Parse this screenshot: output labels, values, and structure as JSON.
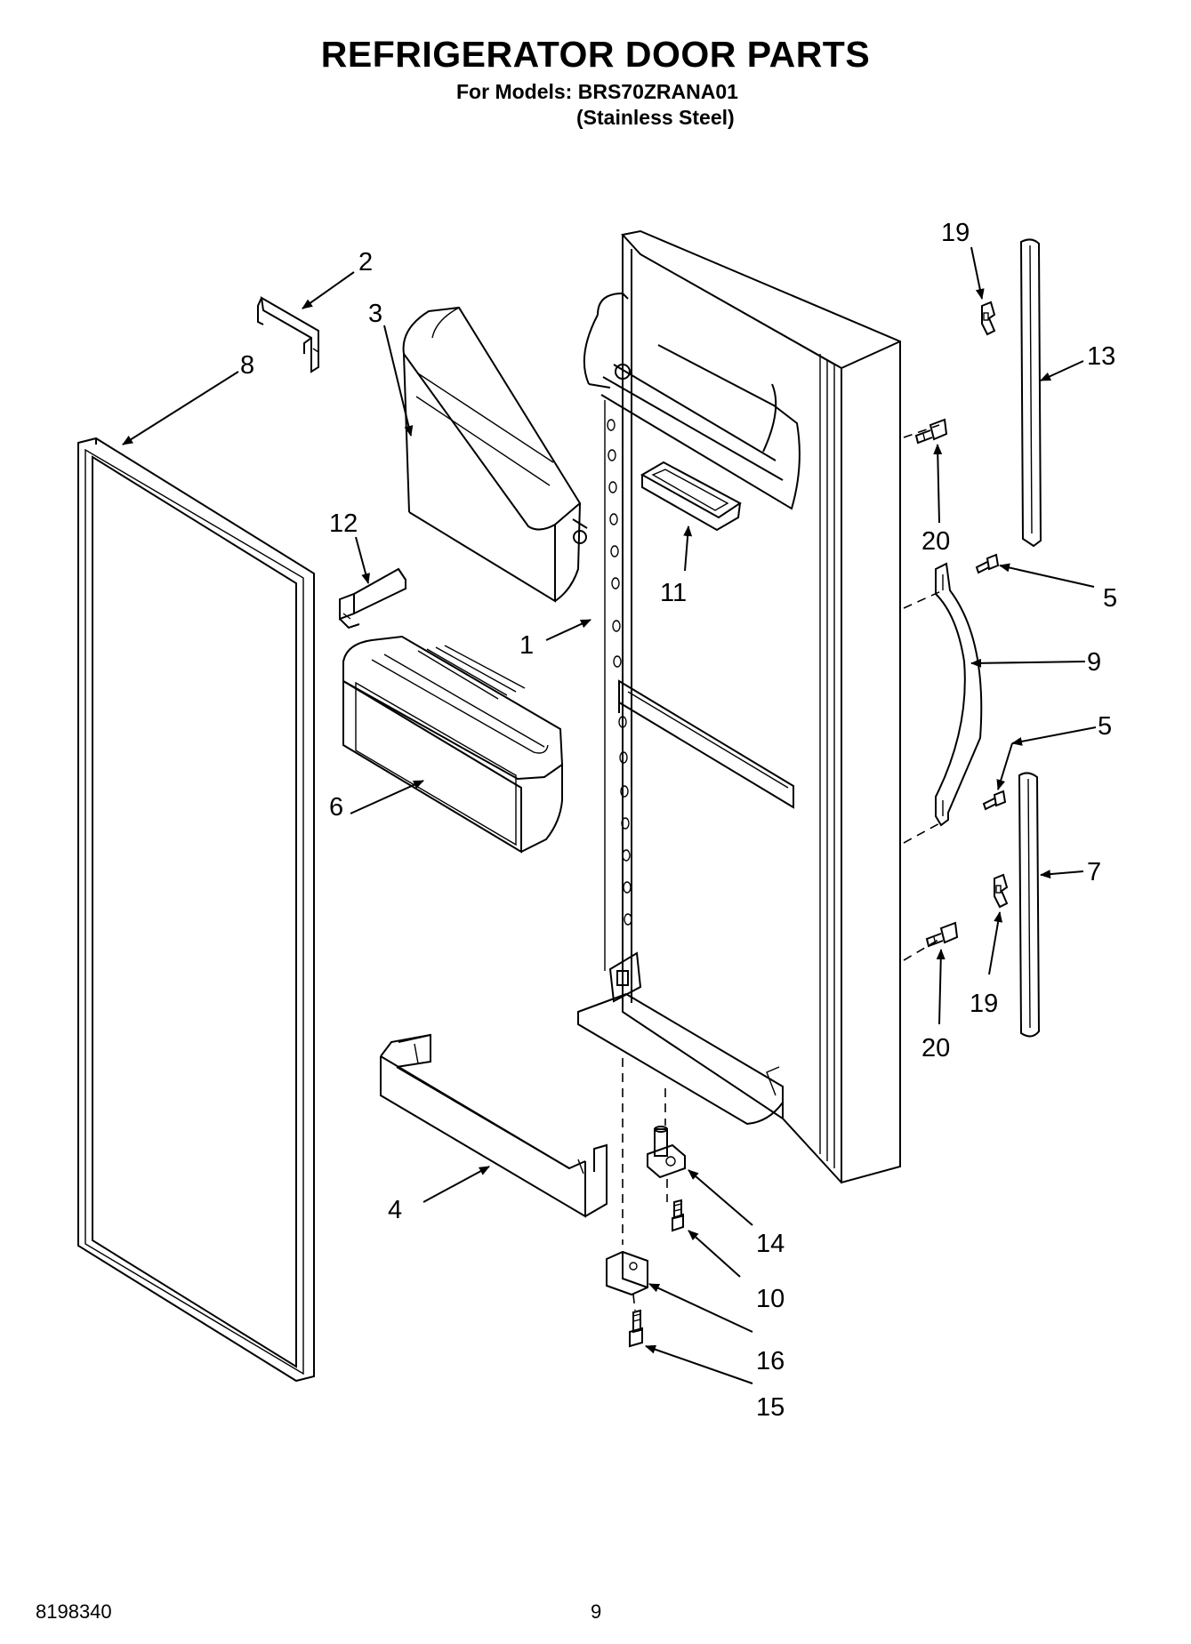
{
  "header": {
    "title": "REFRIGERATOR DOOR PARTS",
    "models_line": "For Models: BRS70ZRANA01",
    "variant_line": "(Stainless Steel)"
  },
  "footer": {
    "doc_number": "8198340",
    "page_number": "9"
  },
  "callouts": {
    "c1": "1",
    "c2": "2",
    "c3": "3",
    "c4": "4",
    "c5a": "5",
    "c5b": "5",
    "c6": "6",
    "c7": "7",
    "c8": "8",
    "c9": "9",
    "c10": "10",
    "c11": "11",
    "c12": "12",
    "c13": "13",
    "c14": "14",
    "c15": "15",
    "c16": "16",
    "c19a": "19",
    "c19b": "19",
    "c20a": "20",
    "c20b": "20"
  }
}
